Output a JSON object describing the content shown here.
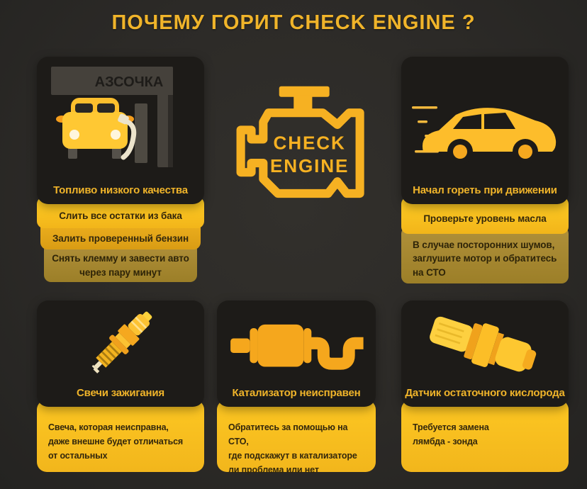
{
  "title": "ПОЧЕМУ ГОРИТ CHECK ENGINE ?",
  "check_engine": {
    "line1": "CHECK",
    "line2": "ENGINE"
  },
  "colors": {
    "background": "#2c2a27",
    "card": "#1d1b18",
    "yellow_bright": "#fcc41e",
    "yellow_mid": "#e2a51a",
    "olive": "#a7882e",
    "gold_title": "#f0b42a",
    "icon_yellow": "#f6b122",
    "text_on_yellow": "#33270c"
  },
  "cards": {
    "fuel": {
      "sign": "АЗСОЧКА",
      "title": "Топливо низкого качества",
      "steps": [
        "Слить все остатки из бака",
        "Залить проверенный бензин",
        "Снять клемму и завести авто\nчерез пару минут"
      ]
    },
    "driving": {
      "title": "Начал гореть при движении",
      "steps": [
        "Проверьте уровень масла",
        "В случае посторонних шумов,\nзаглушите мотор и обратитесь\nна СТО"
      ]
    },
    "spark": {
      "title": "Свечи зажигания",
      "note": "Свеча, которая неисправна,\nдаже внешне будет отличаться\nот остальных"
    },
    "catalyst": {
      "title": "Катализатор неисправен",
      "note": "Обратитесь за помощью на СТО,\nгде подскажут в катализаторе\nли проблема или нет"
    },
    "oxygen": {
      "title": "Датчик остаточного кислорода",
      "note": "Требуется замена\nлямбда - зонда"
    }
  }
}
